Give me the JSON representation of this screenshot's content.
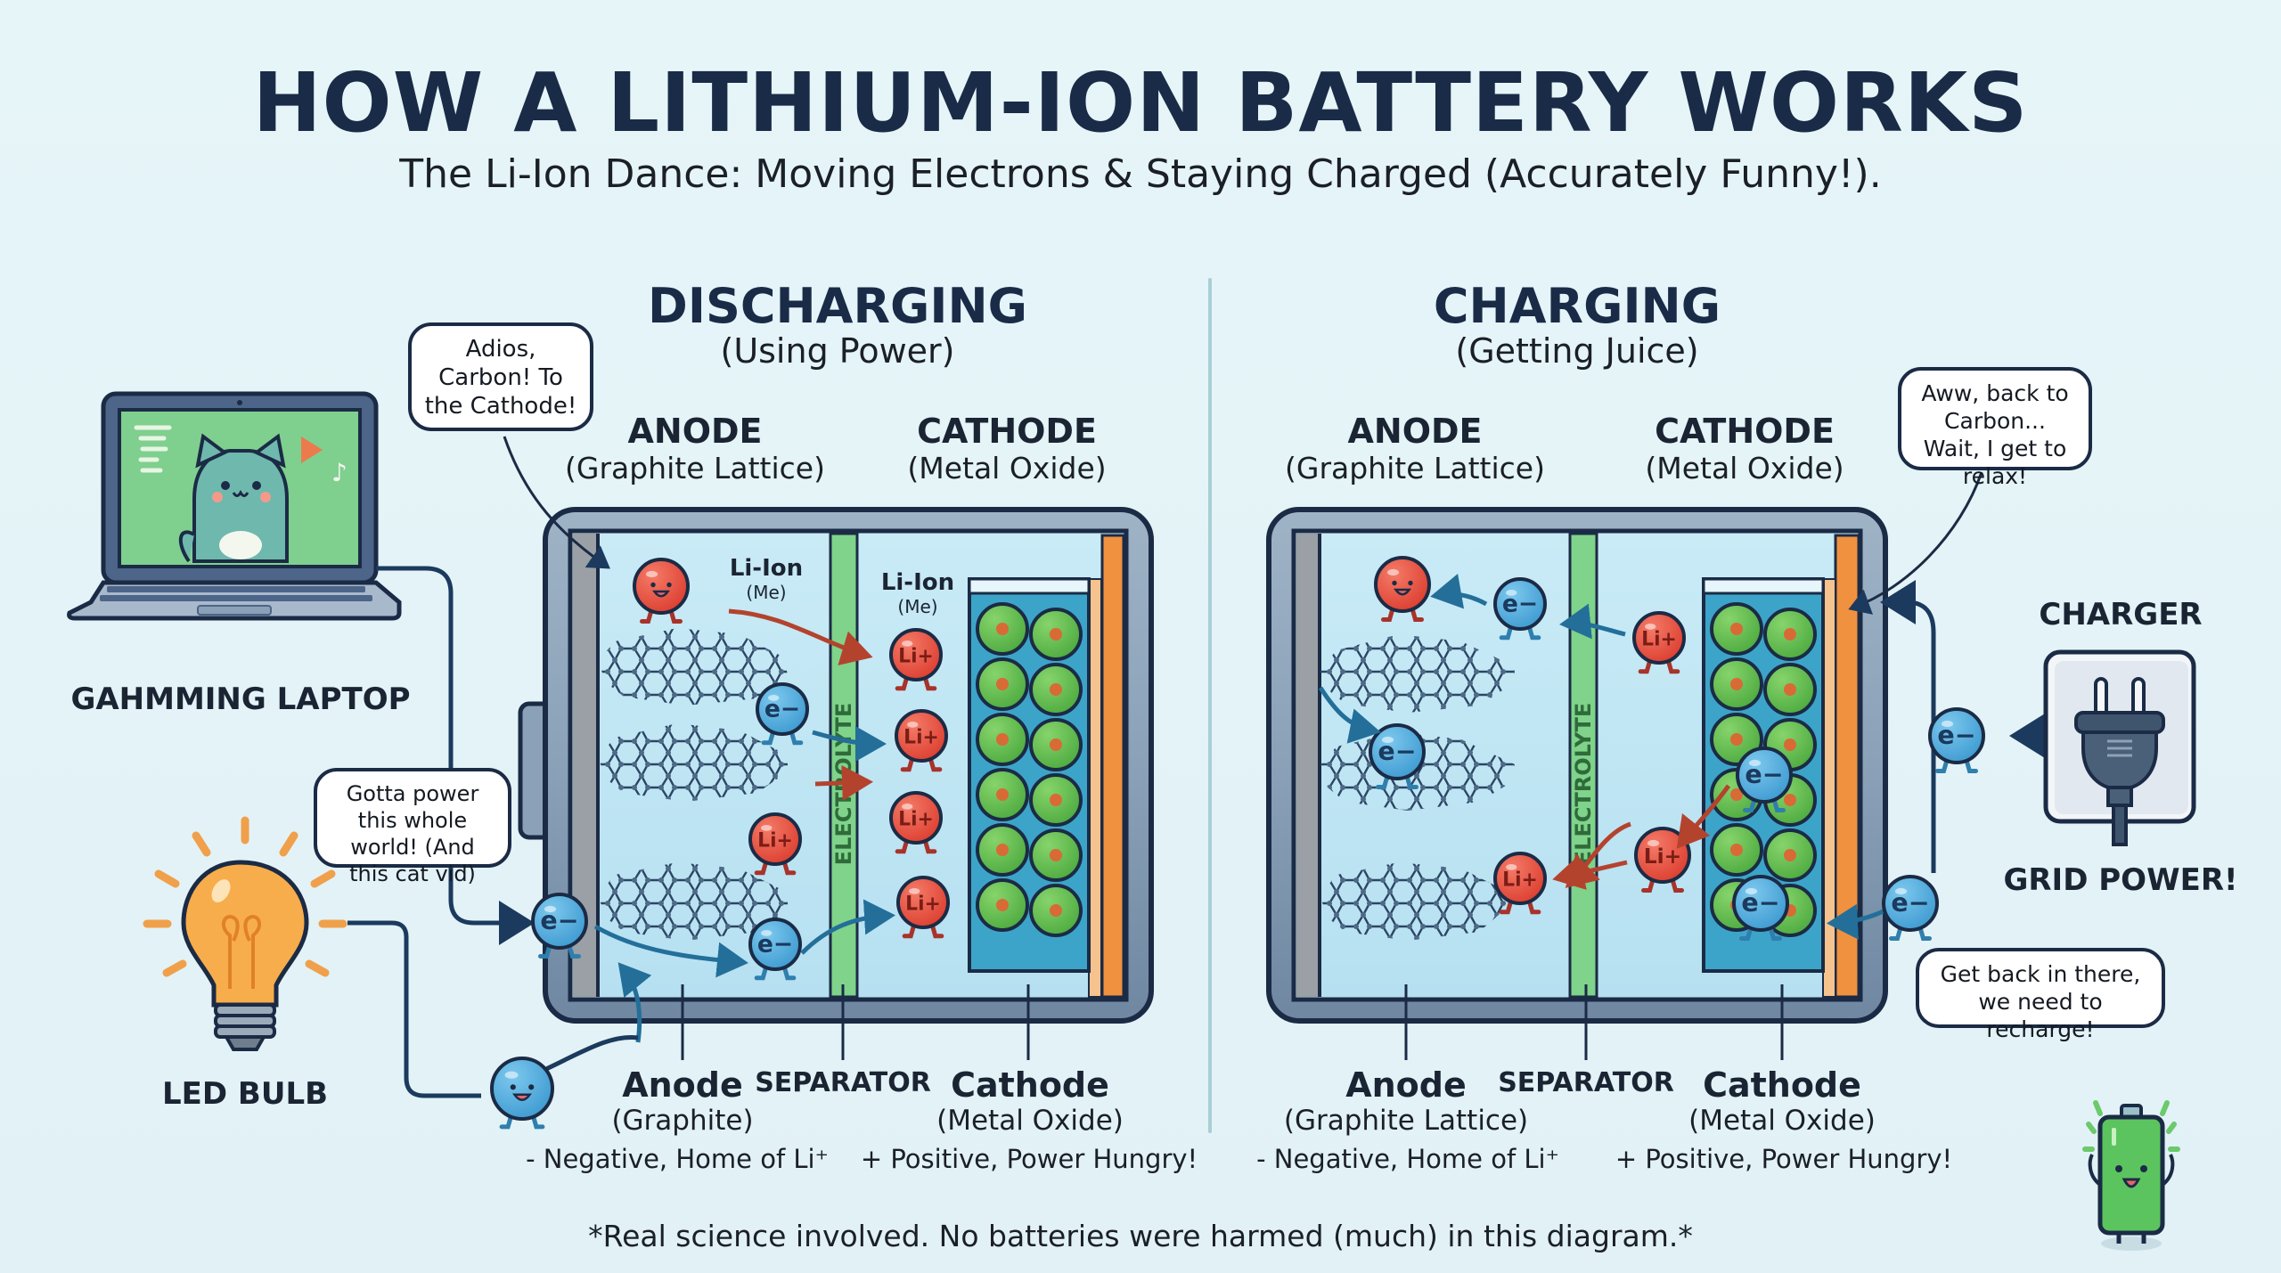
{
  "header": {
    "title": "HOW A LITHIUM-ION BATTERY WORKS",
    "subtitle": "The Li-Ion Dance: Moving Electrons & Staying Charged (Accurately Funny!)."
  },
  "discharging": {
    "title": "DISCHARGING",
    "subtitle": "(Using Power)",
    "anode_label": "ANODE",
    "anode_sub": "(Graphite Lattice)",
    "cathode_label": "CATHODE",
    "cathode_sub": "(Metal Oxide)",
    "electrolyte_label": "ELECTROLYTE",
    "li_ion_label_1": "Li-Ion",
    "li_ion_sub_1": "(Me)",
    "li_ion_label_2": "Li-Ion",
    "li_ion_sub_2": "(Me)",
    "ion_symbol": "Li+",
    "electron_symbol": "e−",
    "bubble_ion": "Adios, Carbon! To the Cathode!",
    "bubble_electron": "Gotta power this whole world! (And this cat vid)",
    "bottom": {
      "anode": "Anode",
      "anode_sub": "(Graphite)",
      "anode_desc": "- Negative, Home of Li⁺",
      "separator": "SEPARATOR",
      "cathode": "Cathode",
      "cathode_sub": "(Metal Oxide)",
      "cathode_desc": "+ Positive, Power Hungry!"
    },
    "devices": {
      "laptop_label": "GAHMMING LAPTOP",
      "bulb_label": "LED BULB"
    }
  },
  "charging": {
    "title": "CHARGING",
    "subtitle": "(Getting Juice)",
    "anode_label": "ANODE",
    "anode_sub": "(Graphite Lattice)",
    "cathode_label": "CATHODE",
    "cathode_sub": "(Metal Oxide)",
    "electrolyte_label": "ELECTROLYTE",
    "ion_symbol": "Li+",
    "electron_symbol": "e−",
    "bubble_ion": "Aww, back to Carbon... Wait, I get to relax!",
    "bubble_electron": "Get back in there, we need to recharge!",
    "charger_label": "CHARGER",
    "grid_label": "GRID POWER!",
    "bottom": {
      "anode": "Anode",
      "anode_sub": "(Graphite Lattice)",
      "anode_desc": "- Negative, Home of Li⁺",
      "separator": "SEPARATOR",
      "cathode": "Cathode",
      "cathode_sub": "(Metal Oxide)",
      "cathode_desc": "+ Positive, Power Hungry!"
    }
  },
  "footnote": "*Real science involved. No batteries were harmed (much) in this diagram.*",
  "colors": {
    "background": "#e4f3f7",
    "ink": "#1a2b47",
    "ion_red": "#e0483a",
    "electron_blue": "#4aa8dc",
    "electrolyte_green": "#7fd38a",
    "cathode_green": "#5cba4a",
    "collector_orange": "#f0913f",
    "collector_gray": "#9aa0a5",
    "cell_fill": "#bfe5f3",
    "casing": "#7d96b0",
    "battery_mascot_green": "#5bc45e"
  }
}
